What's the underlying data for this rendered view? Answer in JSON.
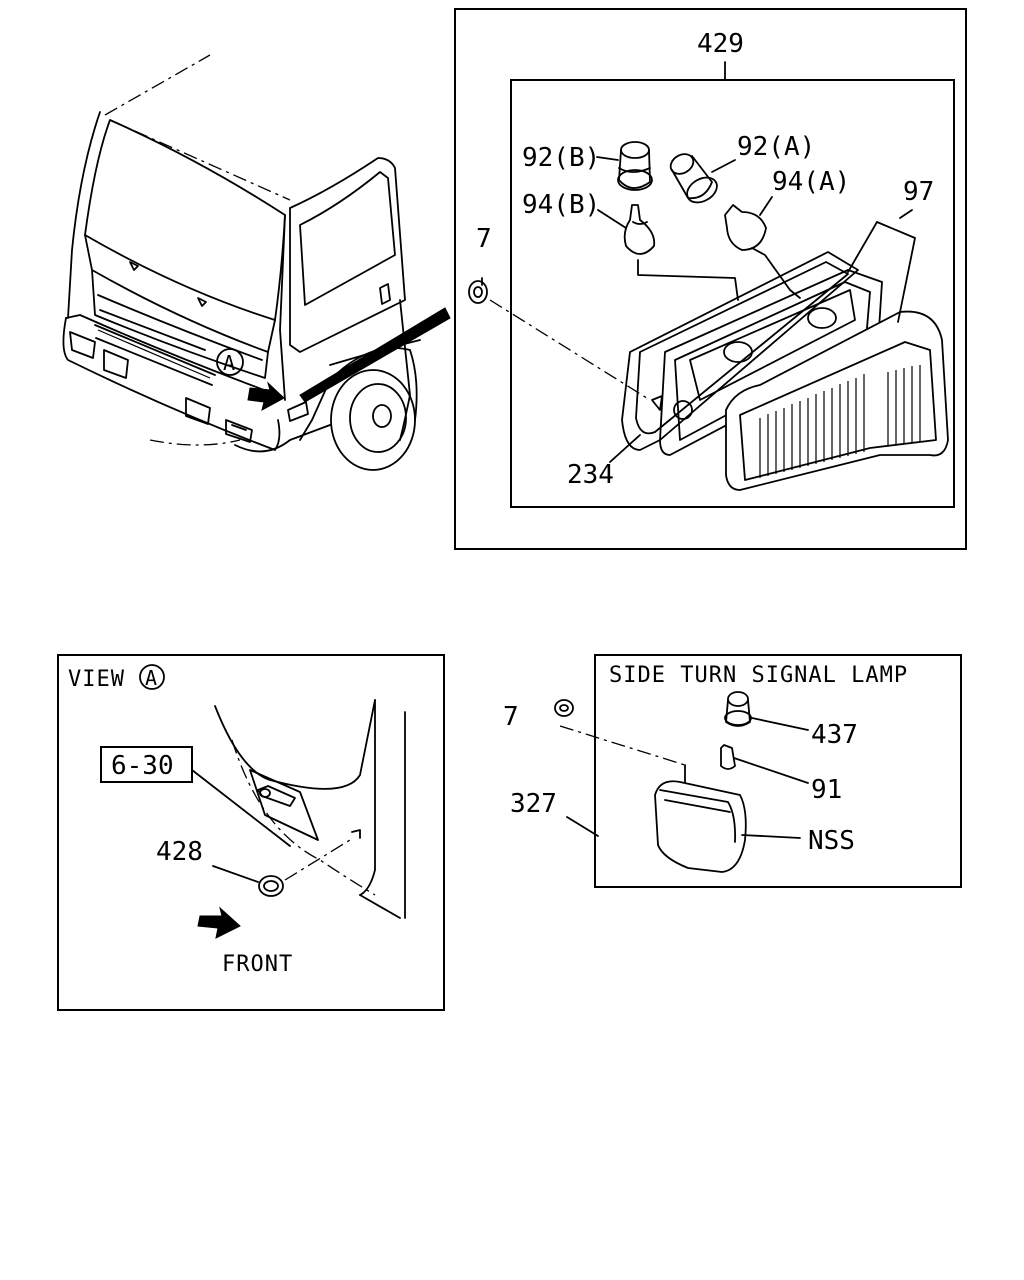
{
  "labels": {
    "p429": "429",
    "p92b": "92(B)",
    "p92a": "92(A)",
    "p94b": "94(B)",
    "p94a": "94(A)",
    "p97": "97",
    "p7_top": "7",
    "p234": "234",
    "callout_a": "A",
    "view": "VIEW",
    "view_a": "A",
    "ref_630": "6-30",
    "p428": "428",
    "front": "FRONT",
    "side_lamp_title": "SIDE TURN SIGNAL LAMP",
    "p7_bottom": "7",
    "p437": "437",
    "p91": "91",
    "p327": "327",
    "nss": "NSS"
  }
}
